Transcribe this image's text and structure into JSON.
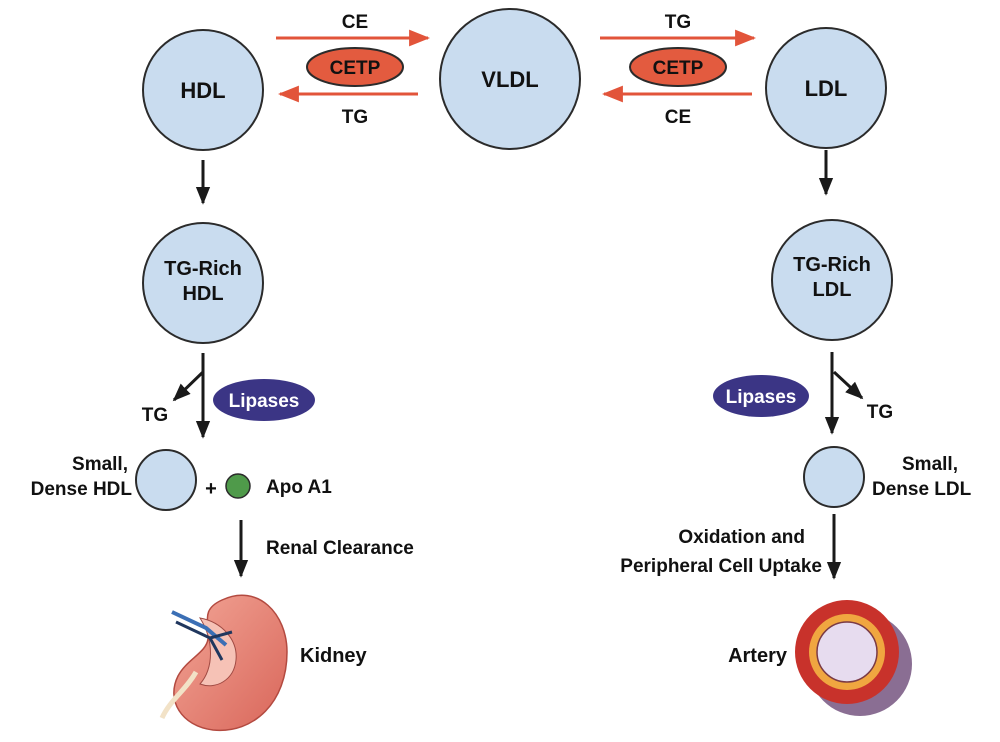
{
  "colors": {
    "particle_fill": "#c9dcef",
    "particle_stroke": "#2b2b2b",
    "cetp_fill": "#e35b3f",
    "arrow_red": "#e2543a",
    "lipase_fill": "#3b3585",
    "lipase_text": "#ffffff",
    "apo_fill": "#4f9a4a",
    "arrow_black": "#1a1a1a",
    "kidney_fill": "#e8877a",
    "artery_outer": "#c8322b",
    "artery_mid": "#f0a640",
    "artery_inner": "#e7dcef"
  },
  "nodes": {
    "hdl": "HDL",
    "vldl": "VLDL",
    "ldl": "LDL",
    "tg_rich_hdl": [
      "TG-Rich",
      "HDL"
    ],
    "tg_rich_ldl": [
      "TG-Rich",
      "LDL"
    ],
    "small_dense_hdl": [
      "Small,",
      "Dense HDL"
    ],
    "small_dense_ldl": [
      "Small,",
      "Dense LDL"
    ],
    "apo_a1": "Apo A1",
    "plus": "+"
  },
  "exchange": {
    "left_top": "CE",
    "left_bottom": "TG",
    "right_top": "TG",
    "right_bottom": "CE",
    "enzyme": "CETP"
  },
  "lipases": "Lipases",
  "tg_release": "TG",
  "renal_clearance": "Renal Clearance",
  "kidney": "Kidney",
  "oxidation": [
    "Oxidation and",
    "Peripheral Cell Uptake"
  ],
  "artery": "Artery"
}
